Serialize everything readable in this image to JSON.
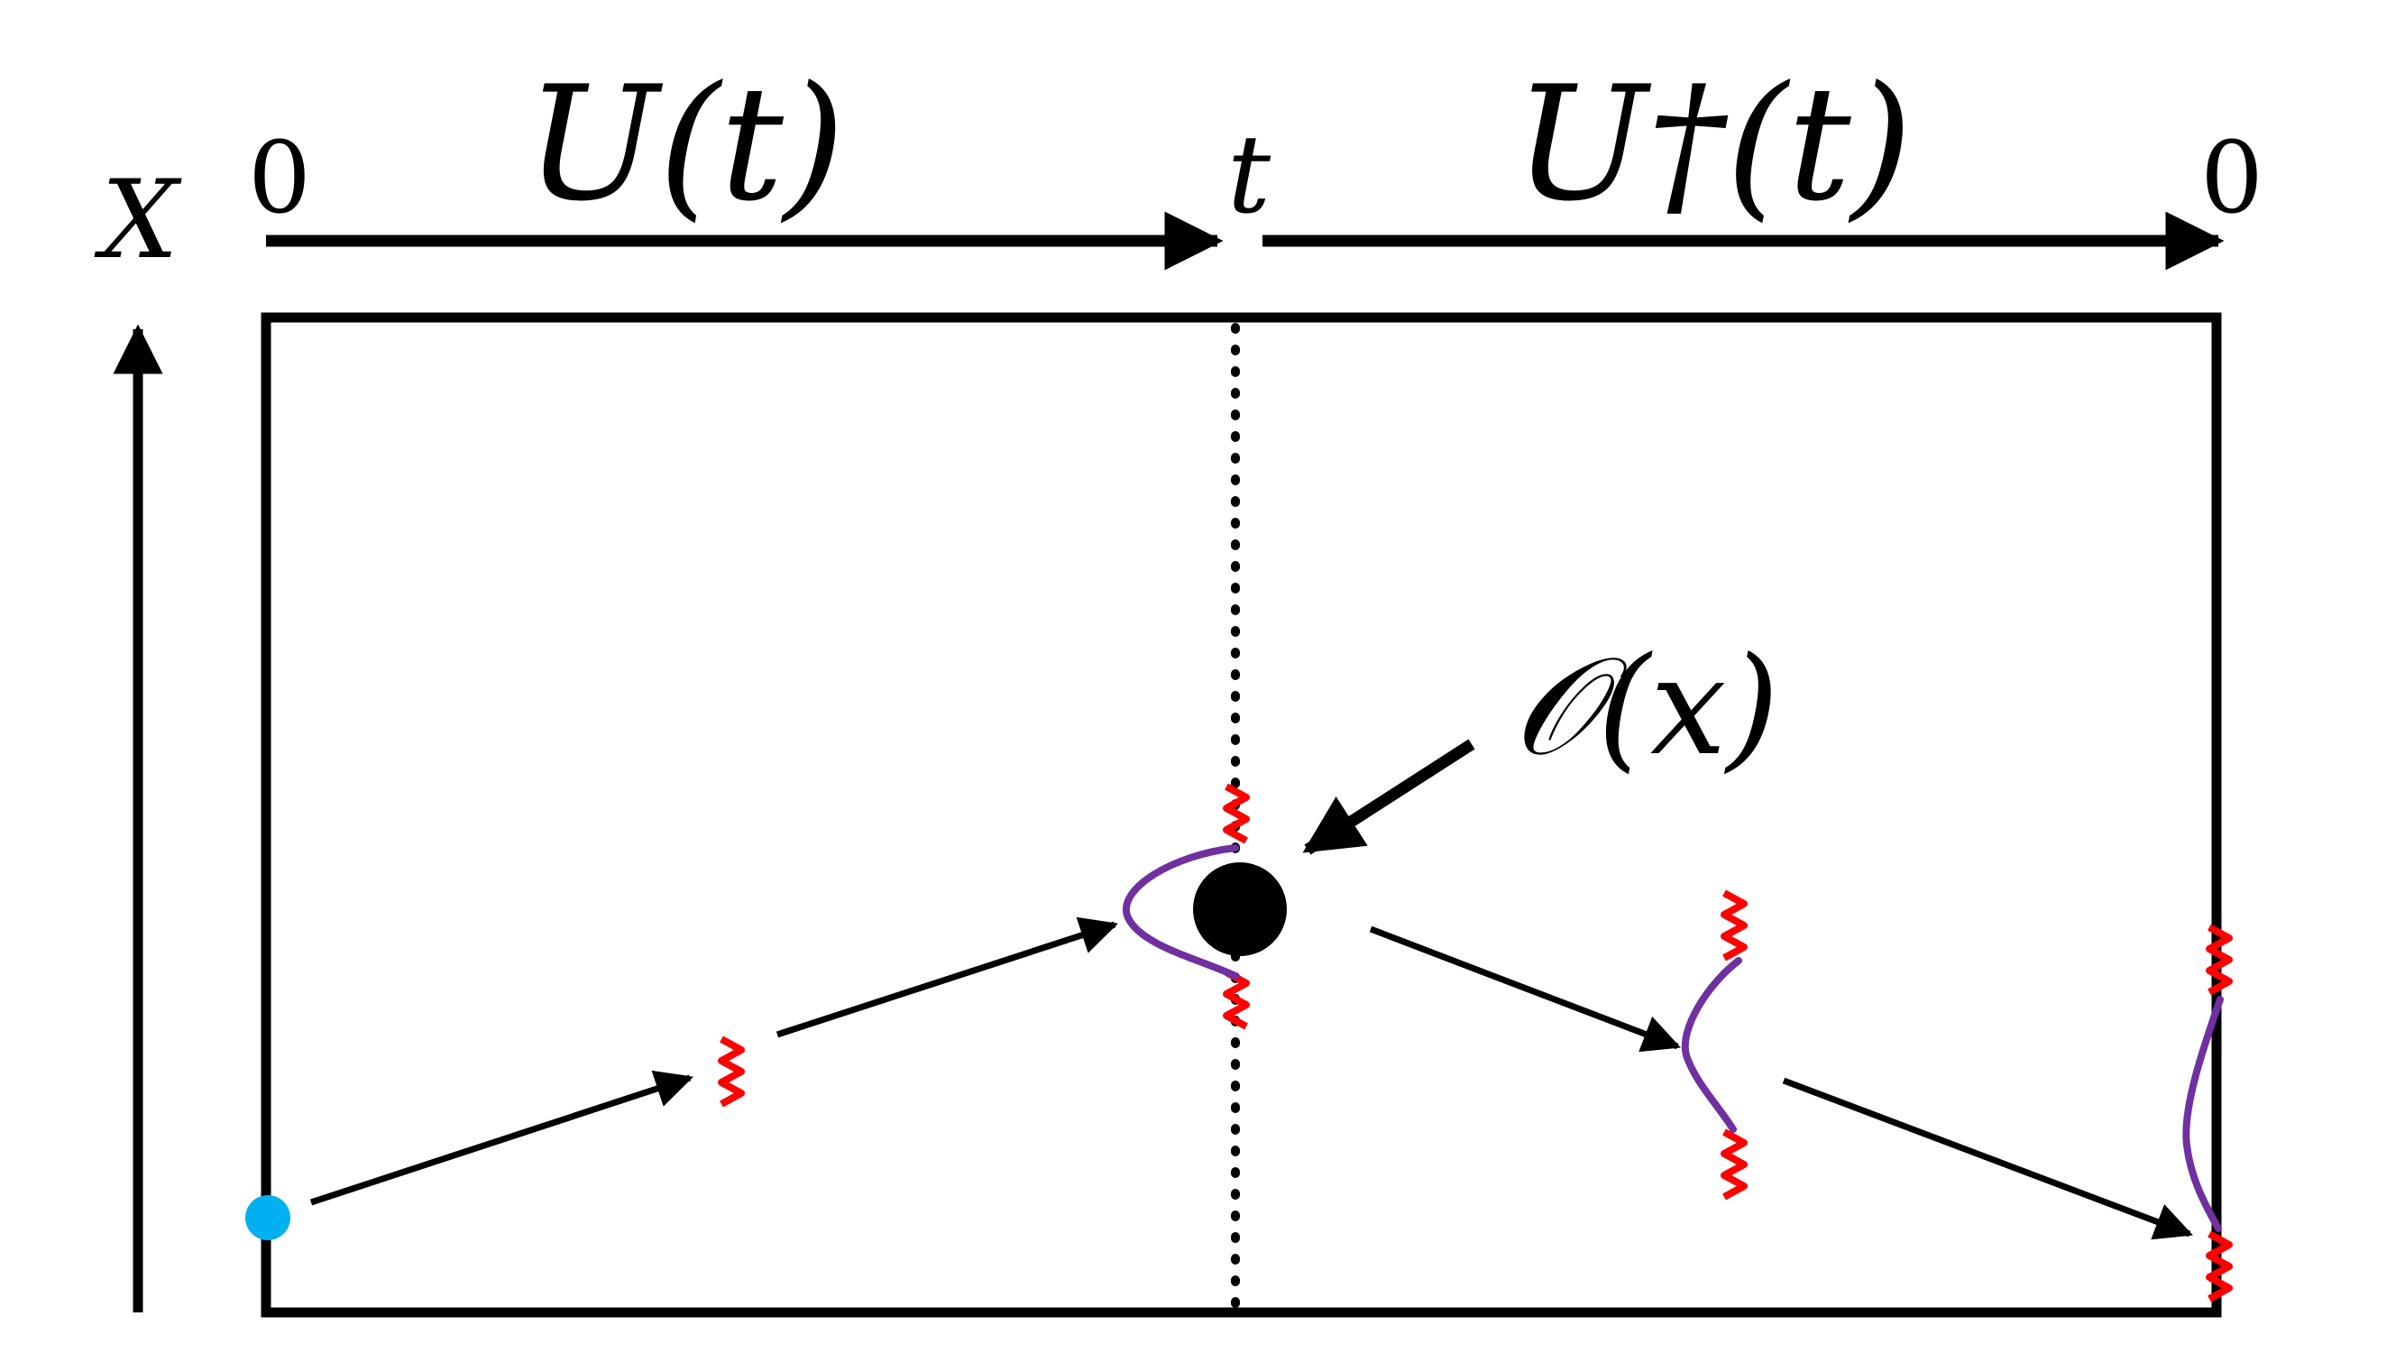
{
  "header": {
    "forward_operator": "U(t)",
    "backward_operator": "U†(t)",
    "forward_start": "0",
    "midpoint": "t",
    "backward_end": "0"
  },
  "axis": {
    "label": "X"
  },
  "operator": {
    "label": "𝒪(x)"
  },
  "colors": {
    "frame": "#000000",
    "wave": "#ff0000",
    "string": "#7030a0",
    "source_dot": "#00b0f0",
    "operator_dot": "#000000"
  }
}
